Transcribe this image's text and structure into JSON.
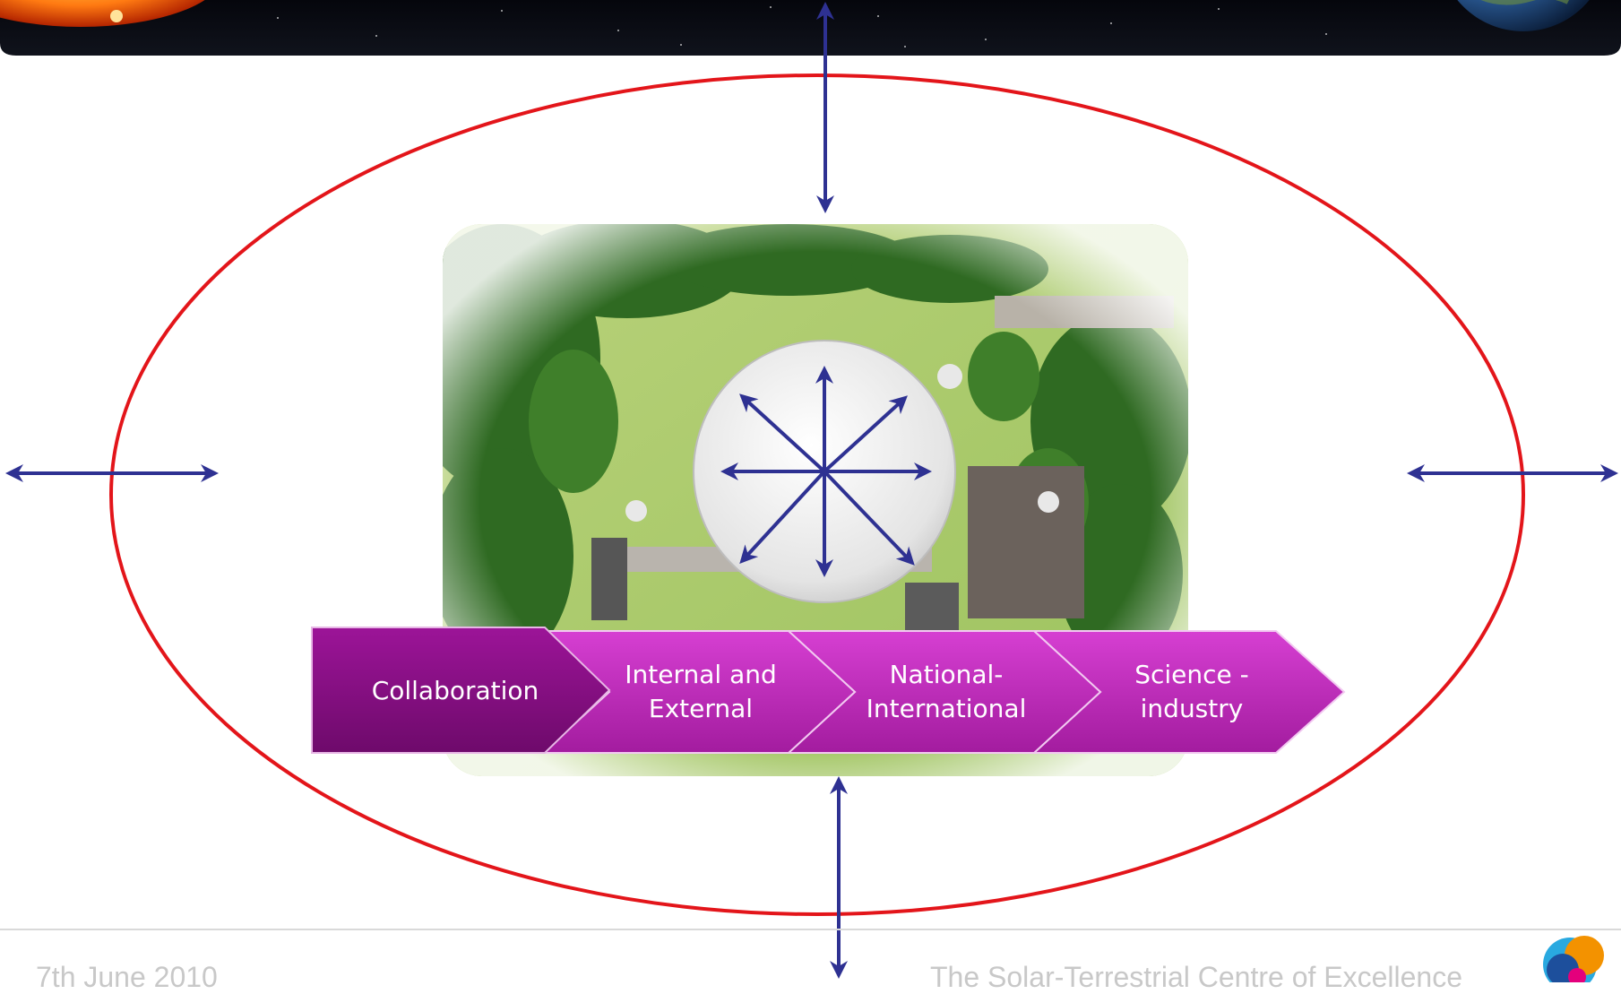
{
  "chevrons": [
    {
      "lines": [
        "Collaboration"
      ]
    },
    {
      "lines": [
        "Internal and",
        "External"
      ]
    },
    {
      "lines": [
        "National-",
        "International"
      ]
    },
    {
      "lines": [
        "Science -",
        "industry"
      ]
    }
  ],
  "footer": {
    "date": "7th June 2010",
    "title": "The Solar-Terrestrial Centre of Excellence"
  },
  "icons": {
    "header_banner": "space-banner-with-sun-and-earth",
    "photo": "aerial-photo-of-observatory-campus",
    "logo": "stce-logo-icon",
    "hub": "multidirectional-arrows-icon"
  },
  "colors": {
    "ellipse": "#e3151a",
    "arrow": "#2e3192",
    "chevron_dark": "#8a0a86",
    "chevron_light": "#c92fc5",
    "footer_text": "#c8c8c8"
  }
}
